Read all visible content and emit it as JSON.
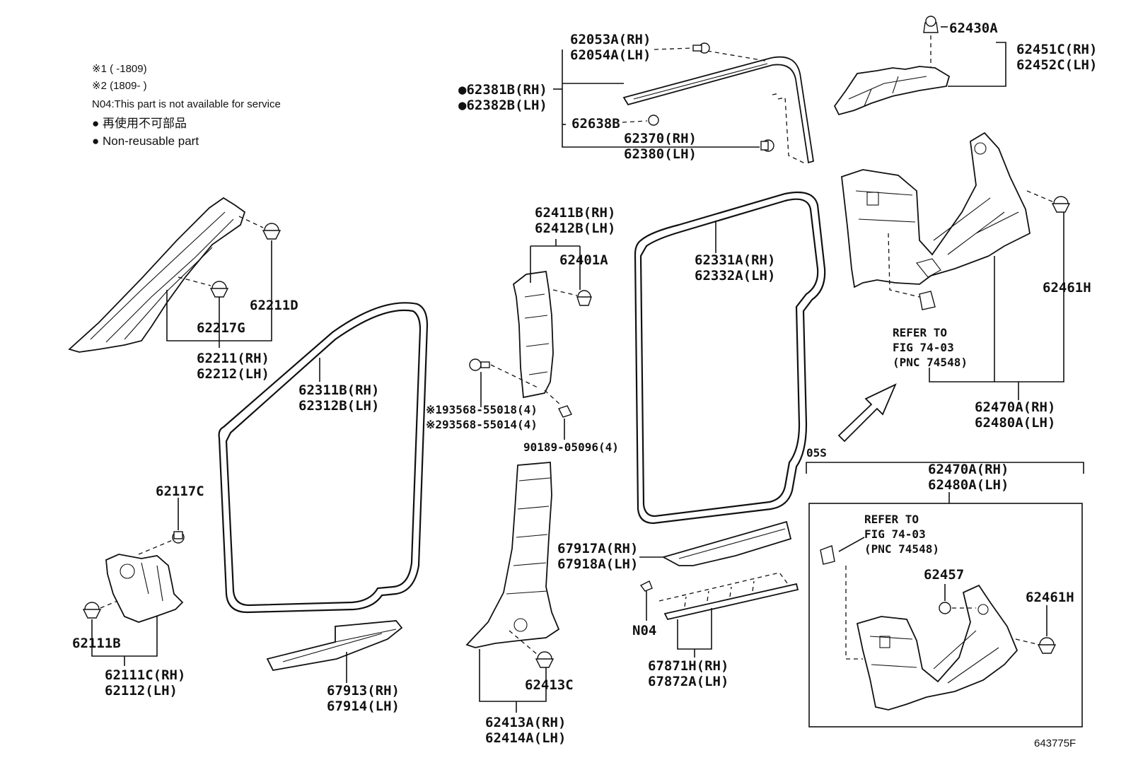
{
  "notes": {
    "note1": "※1 (        -1809)",
    "note2": "※2 (1809-        )",
    "n04": "N04:This part is not available for service",
    "jp_nonreusable": "● 再使用不可部品",
    "en_nonreusable": "● Non-reusable part"
  },
  "labels": {
    "l62053A": "62053A(RH)",
    "l62054A": "62054A(LH)",
    "l62381B": "●62381B(RH)",
    "l62382B": "●62382B(LH)",
    "l62638B": "62638B",
    "l62370": "62370(RH)",
    "l62380": "62380(LH)",
    "l62430A": "62430A",
    "l62451C": "62451C(RH)",
    "l62452C": "62452C(LH)",
    "l62211D": "62211D",
    "l62217G": "62217G",
    "l62211": "62211(RH)",
    "l62212": "62212(LH)",
    "l62411B": "62411B(RH)",
    "l62412B": "62412B(LH)",
    "l62401A": "62401A",
    "l62331A": "62331A(RH)",
    "l62332A": "62332A(LH)",
    "l62461H_top": "62461H",
    "refer1_a": "REFER TO",
    "refer1_b": "FIG 74-03",
    "refer1_c": "(PNC 74548)",
    "l62311B": "62311B(RH)",
    "l62312B": "62312B(LH)",
    "l93568_1": "※193568-55018(4)",
    "l93568_2": "※293568-55014(4)",
    "l90189": "90189-05096(4)",
    "l62470A_top": "62470A(RH)",
    "l62480A_top": "62480A(LH)",
    "l05S": "05S",
    "l62470A_box": "62470A(RH)",
    "l62480A_box": "62480A(LH)",
    "l62117C": "62117C",
    "refer2_a": "REFER TO",
    "refer2_b": "FIG 74-03",
    "refer2_c": "(PNC 74548)",
    "l67917A": "67917A(RH)",
    "l67918A": "67918A(LH)",
    "l62457": "62457",
    "l62461H_box": "62461H",
    "l62111B": "62111B",
    "l62111C": "62111C(RH)",
    "l62112": "62112(LH)",
    "lN04": "N04",
    "l67913": "67913(RH)",
    "l67914": "67914(LH)",
    "l62413C": "62413C",
    "l67871H": "67871H(RH)",
    "l67872A": "67872A(LH)",
    "l62413A": "62413A(RH)",
    "l62414A": "62414A(LH)",
    "fig_id": "643775F"
  }
}
